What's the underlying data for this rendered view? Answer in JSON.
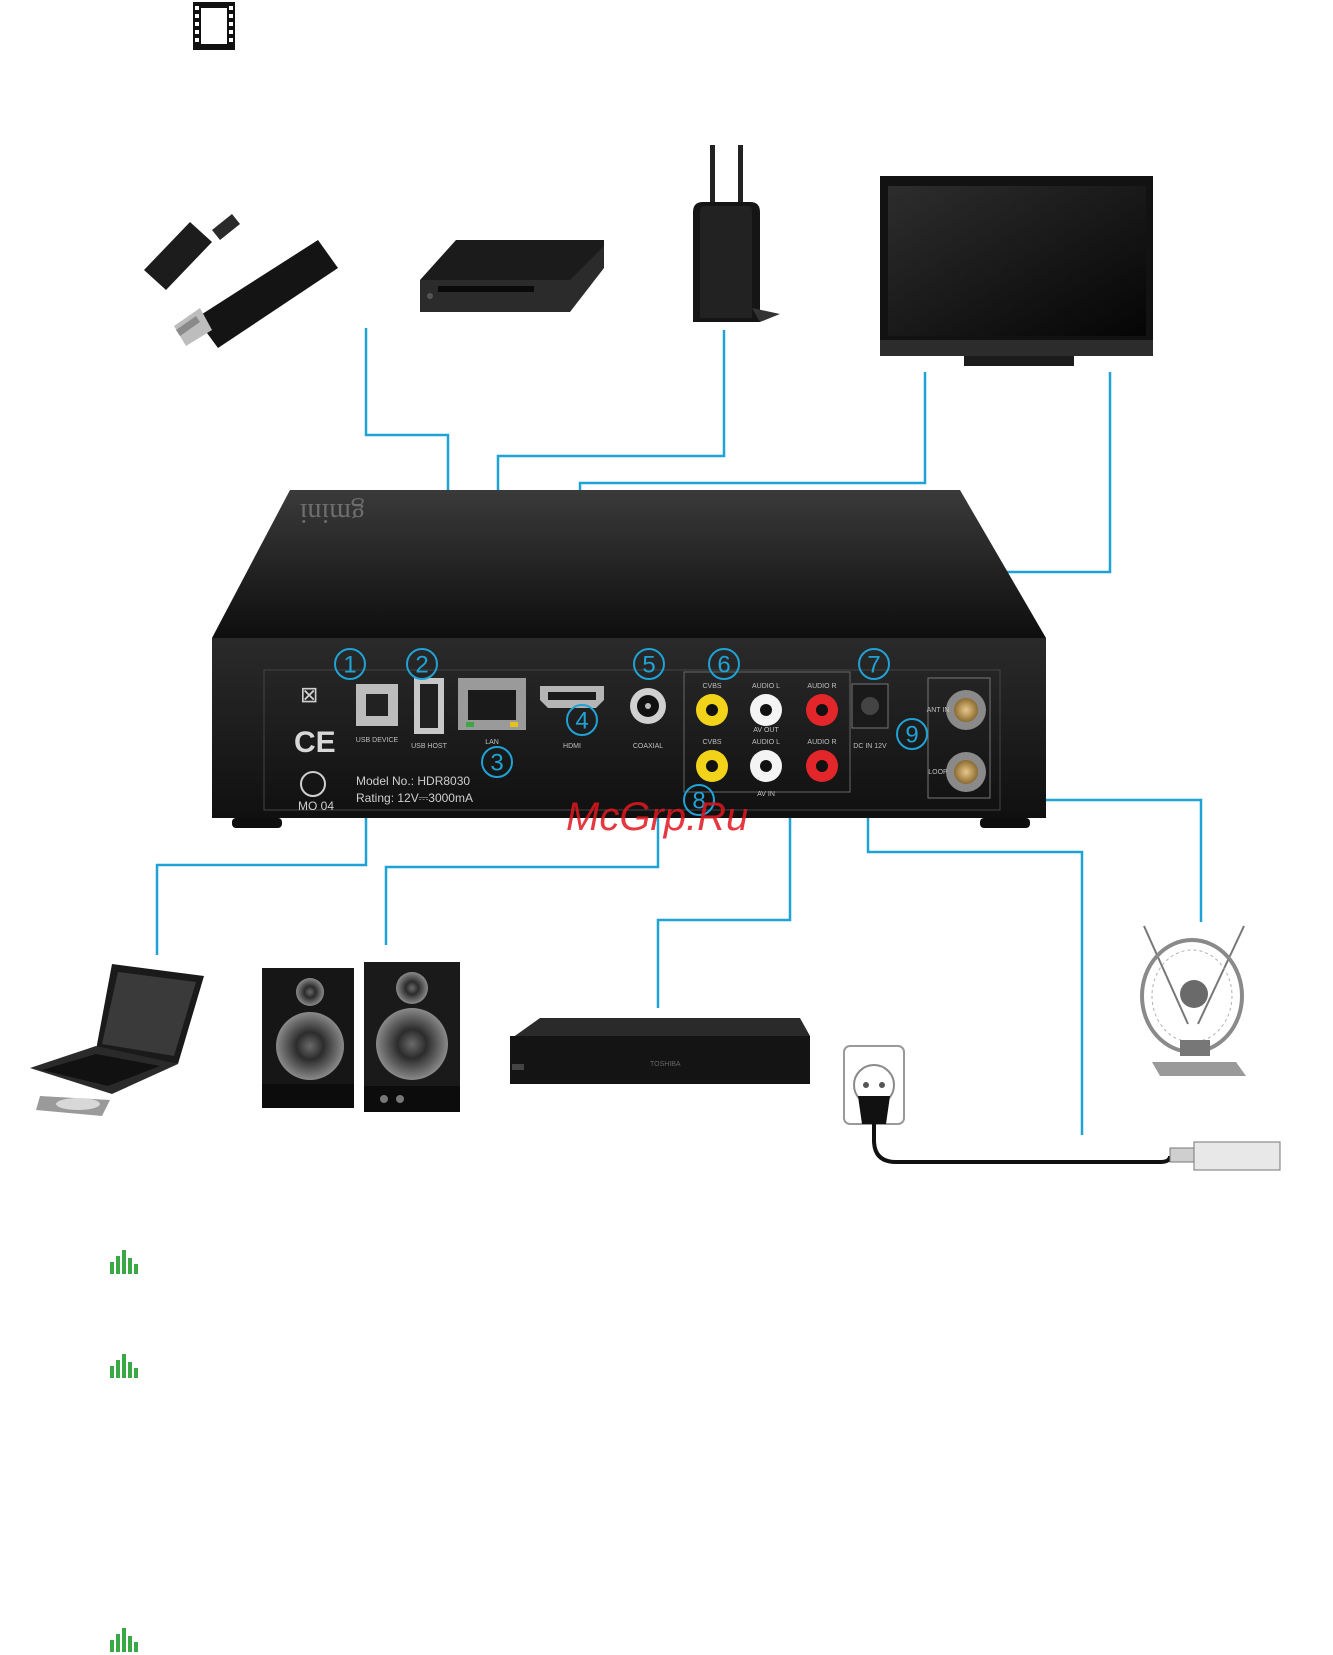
{
  "product": {
    "brand_mark": "gmini",
    "model_line": "Model No.: HDR8030",
    "rating_line": "Rating: 12V⎓3000mA",
    "cert_mark": "MO 04"
  },
  "ports": [
    {
      "number": "1",
      "label": "USB DEVICE"
    },
    {
      "number": "2",
      "label": "USB HOST"
    },
    {
      "number": "3",
      "label": "LAN"
    },
    {
      "number": "4",
      "label": "HDMI"
    },
    {
      "number": "5",
      "label": "COAXIAL"
    },
    {
      "number": "6",
      "label": "AV OUT"
    },
    {
      "number": "7",
      "label": "DC IN 12V"
    },
    {
      "number": "8",
      "label": "AV IN"
    },
    {
      "number": "9",
      "label": "ANT IN"
    }
  ],
  "jack_labels": {
    "cvbs_out": "CVBS",
    "audio_l_out": "AUDIO L",
    "audio_r_out": "AUDIO R",
    "cvbs_in": "CVBS",
    "audio_l_in": "AUDIO L",
    "audio_r_in": "AUDIO R",
    "ant_in": "ANT IN",
    "loop": "LOOP"
  },
  "dvd_player_brand": "TOSHIBA",
  "watermark": "McGrp.Ru",
  "icons": {
    "header": "film-icon",
    "section_markers": [
      "equalizer-icon",
      "equalizer-icon",
      "equalizer-icon"
    ]
  },
  "colors": {
    "wire": "#1fa3d6",
    "marker_green": "#3aa845",
    "watermark": "#e0171f",
    "device_body": "#1a1a1a"
  }
}
